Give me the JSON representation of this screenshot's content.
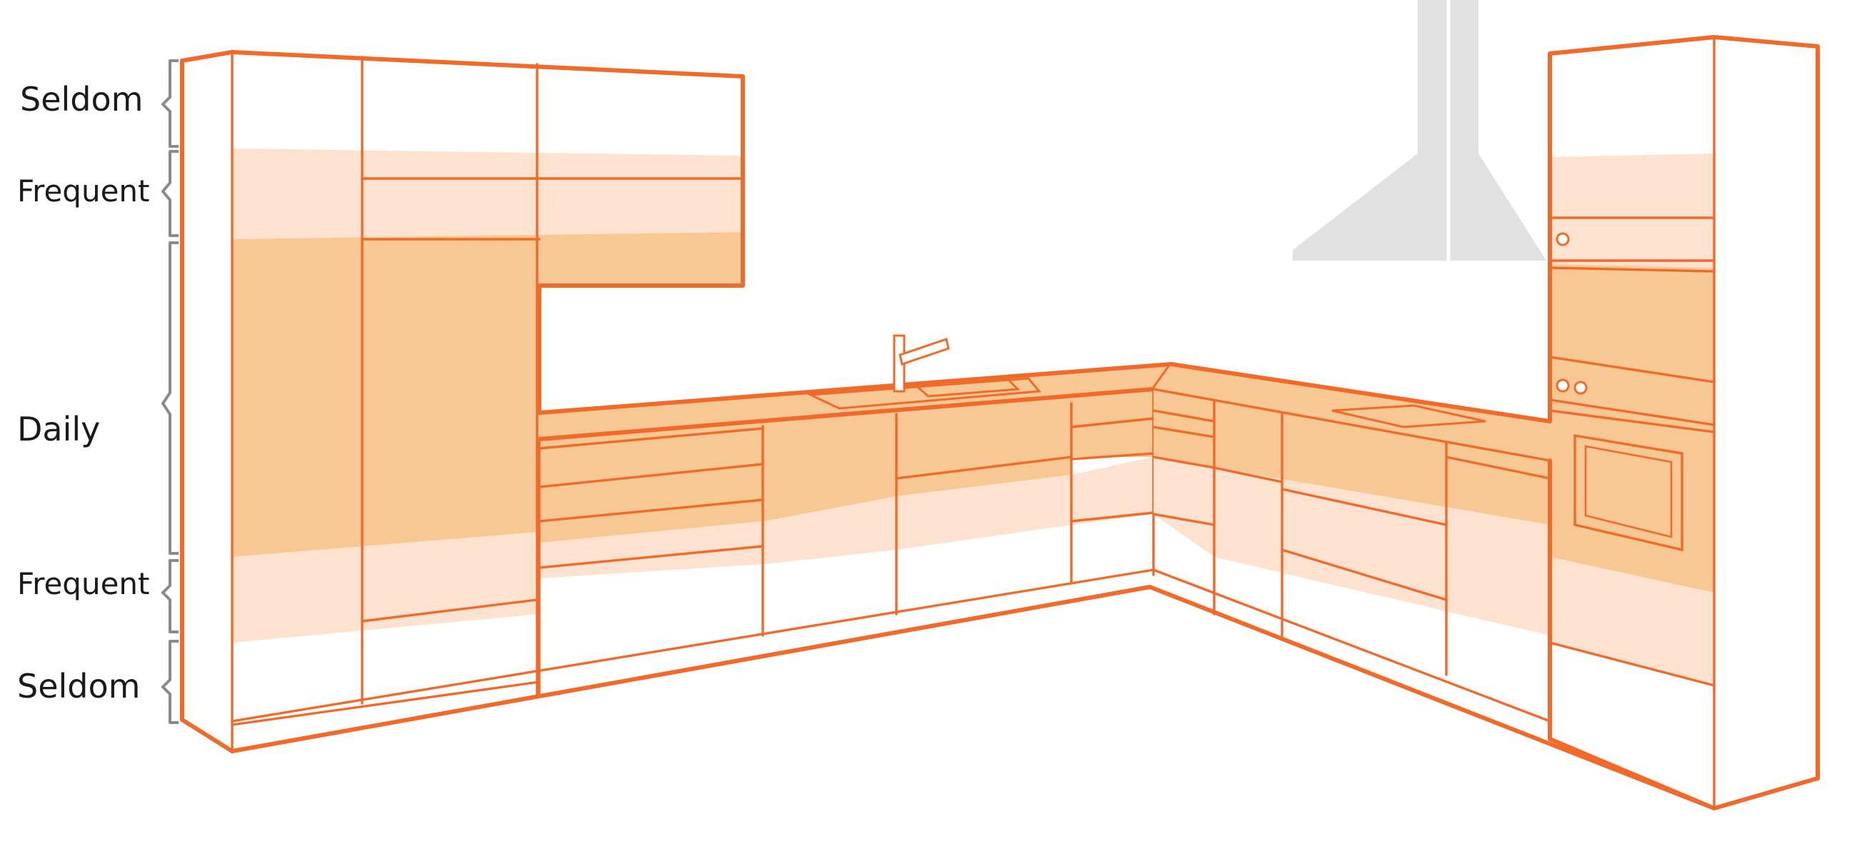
{
  "zones": [
    {
      "id": "top-seldom",
      "label": "Seldom",
      "level": "seldom"
    },
    {
      "id": "upper-frequent",
      "label": "Frequent",
      "level": "frequent"
    },
    {
      "id": "daily",
      "label": "Daily",
      "level": "daily"
    },
    {
      "id": "lower-frequent",
      "label": "Frequent",
      "level": "frequent"
    },
    {
      "id": "bottom-seldom",
      "label": "Seldom",
      "level": "seldom"
    }
  ],
  "colors": {
    "outline": "#f06a2a",
    "daily": "#f8c894",
    "frequent": "#fce2cf",
    "seldom": "#ffffff",
    "hood": "#e1e1e1",
    "brace": "#8a8a8a",
    "text": "#1a1a1a"
  },
  "icons": [
    "range-hood-icon",
    "faucet-icon",
    "sink-icon",
    "cooktop-icon",
    "oven-icon"
  ]
}
